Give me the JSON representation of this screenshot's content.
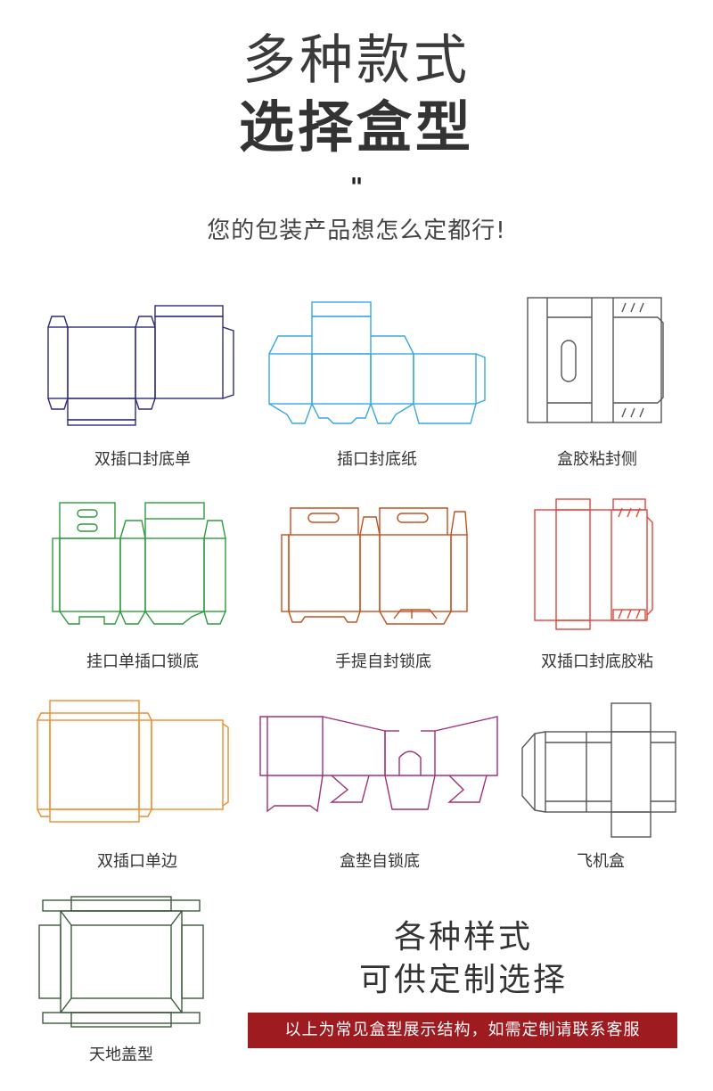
{
  "header": {
    "title_line1": "多种款式",
    "title_line2": "选择盒型",
    "quote_mark": "\"",
    "subtitle": "您的包装产品想怎么定都行!"
  },
  "boxes": [
    {
      "label": "双插口封底单",
      "color": "#2e2a7c"
    },
    {
      "label": "插口封底纸",
      "color": "#3aa7e0"
    },
    {
      "label": "盒胶粘封侧",
      "color": "#555555"
    },
    {
      "label": "挂口单插口锁底",
      "color": "#2e9a3a"
    },
    {
      "label": "手提自封锁底",
      "color": "#c0501e"
    },
    {
      "label": "双插口封底胶粘",
      "color": "#e0443a"
    },
    {
      "label": "双插口单边",
      "color": "#f08a2a"
    },
    {
      "label": "盒垫自锁底",
      "color": "#a0307a"
    },
    {
      "label": "飞机盒",
      "color": "#555555"
    },
    {
      "label": "天地盖型",
      "color": "#3d5a3a"
    }
  ],
  "side_text": {
    "line1": "各种样式",
    "line2": "可供定制选择"
  },
  "banner": "以上为常见盒型展示结构，如需定制请联系客服"
}
